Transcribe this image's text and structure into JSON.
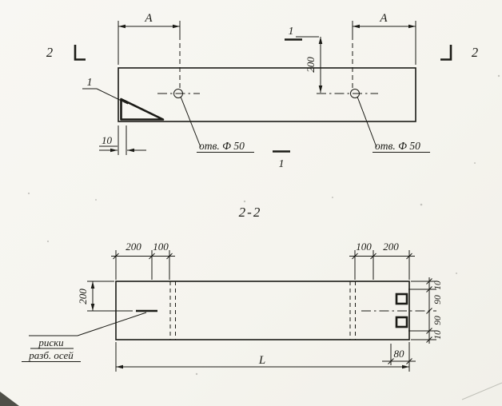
{
  "style": {
    "ink": "#1b1b16",
    "paper": "#f7f6f1"
  },
  "plan": {
    "section_mark_2_left": "2",
    "section_mark_2_right": "2",
    "dim_a_left": "A",
    "dim_a_right": "A",
    "detail_mark_1": "1",
    "section_mark_1_top": "1",
    "section_mark_1_bottom": "1",
    "dim_200": "200",
    "hole_note_left": "отв. Ф 50",
    "hole_note_right": "отв. Ф 50",
    "dim_10": "10"
  },
  "section": {
    "title": "2-2",
    "dim_top_left": [
      "200",
      "100"
    ],
    "dim_top_right": [
      "100",
      "200"
    ],
    "dim_left_200": "200",
    "right_chain": [
      "10",
      "90",
      "90",
      "10"
    ],
    "dim_80": "80",
    "dim_length": "L",
    "axis_note_line1": "риски",
    "axis_note_line2": "разб. осей"
  }
}
